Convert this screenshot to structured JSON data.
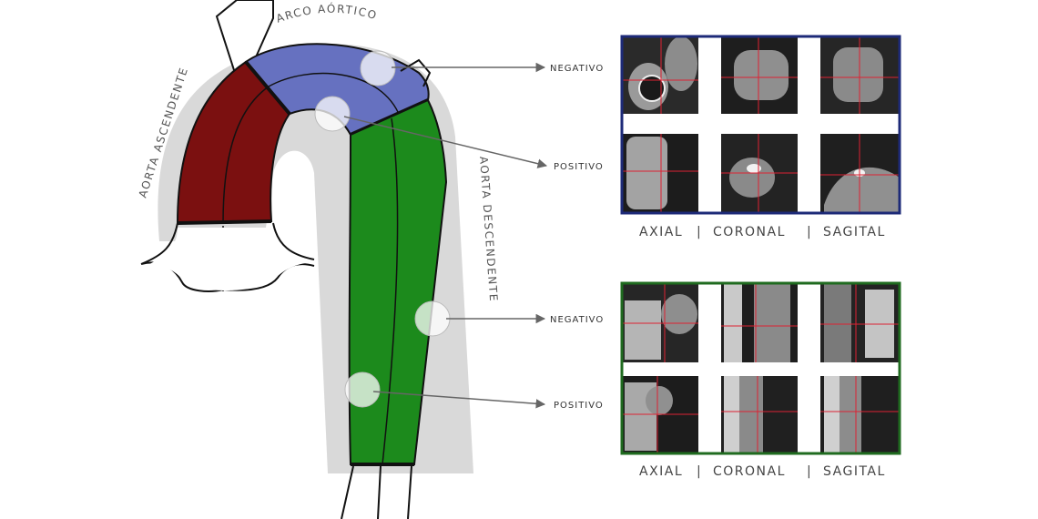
{
  "labels": {
    "arch": "ARCO AÓRTICO",
    "ascending": "AORTA ASCENDENTE",
    "descending": "AORTA DESCENDENTE"
  },
  "colors": {
    "ascending": "#7b1010",
    "arch": "#6671c0",
    "descending": "#1c8a1c",
    "halo": "#d6d6d6",
    "frame_top": "#1d2a78",
    "frame_bottom": "#1f6b1f"
  },
  "panels": [
    {
      "id": "arch",
      "pointers": [
        {
          "tag": "NEGATIVO"
        },
        {
          "tag": "POSITIVO"
        }
      ],
      "caption": {
        "axial": "AXIAL",
        "sep1": "|",
        "coronal": "CORONAL",
        "sep2": "|",
        "sagital": "SAGITAL"
      }
    },
    {
      "id": "descending",
      "pointers": [
        {
          "tag": "NEGATIVO"
        },
        {
          "tag": "POSITIVO"
        }
      ],
      "caption": {
        "axial": "AXIAL",
        "sep1": "|",
        "coronal": "CORONAL",
        "sep2": "|",
        "sagital": "SAGITAL"
      }
    }
  ]
}
